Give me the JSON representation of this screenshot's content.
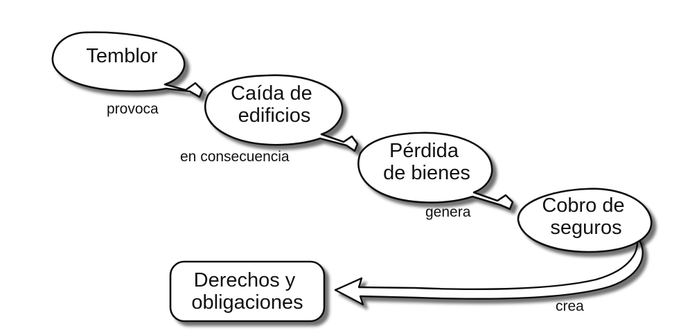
{
  "nodes": {
    "temblor": {
      "lines": [
        "Temblor"
      ]
    },
    "caida": {
      "lines": [
        "Caída de",
        "edificios"
      ]
    },
    "perdida": {
      "lines": [
        "Pérdida",
        "de bienes"
      ]
    },
    "cobro": {
      "lines": [
        "Cobro de",
        "seguros"
      ]
    },
    "derechos": {
      "lines": [
        "Derechos y",
        "obligaciones"
      ]
    }
  },
  "edges": {
    "provoca": "provoca",
    "consecuencia": "en consecuencia",
    "genera": "genera",
    "crea": "crea"
  }
}
